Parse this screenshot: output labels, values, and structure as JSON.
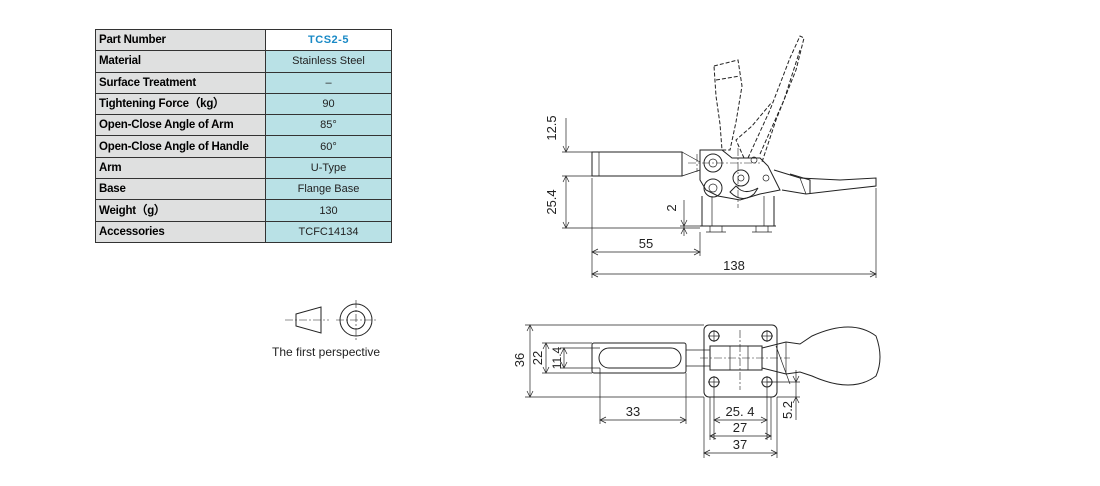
{
  "spec_table": {
    "rows": [
      {
        "label": "Part Number",
        "value": "TCS2-5"
      },
      {
        "label": "Material",
        "value": "Stainless Steel"
      },
      {
        "label": "Surface Treatment",
        "value": "–"
      },
      {
        "label": "Tightening Force（kg）",
        "value": "90"
      },
      {
        "label": "Open-Close Angle of Arm",
        "value": "85°"
      },
      {
        "label": "Open-Close Angle of Handle",
        "value": "60°"
      },
      {
        "label": "Arm",
        "value": "U-Type"
      },
      {
        "label": "Base",
        "value": "Flange Base"
      },
      {
        "label": "Weight（g）",
        "value": "130"
      },
      {
        "label": "Accessories",
        "value": "TCFC14134"
      }
    ]
  },
  "projection_symbol": {
    "label": "The first perspective"
  },
  "side_view": {
    "dims": {
      "arm_height": "12.5",
      "base_height": "25.4",
      "flange_thickness": "2",
      "arm_reach": "55",
      "overall_length": "138"
    }
  },
  "top_view": {
    "dims": {
      "overall_width": "36",
      "arm_width": "22",
      "slot_width": "11.4",
      "slot_length": "33",
      "hole_spacing_x": "25. 4",
      "base_inner_length": "27",
      "base_length": "37",
      "hole_offset": "5.2"
    }
  },
  "colors": {
    "label_bg": "#dfe0e0",
    "value_bg": "#b9e1e6",
    "part_number_color": "#1a8ac6"
  }
}
